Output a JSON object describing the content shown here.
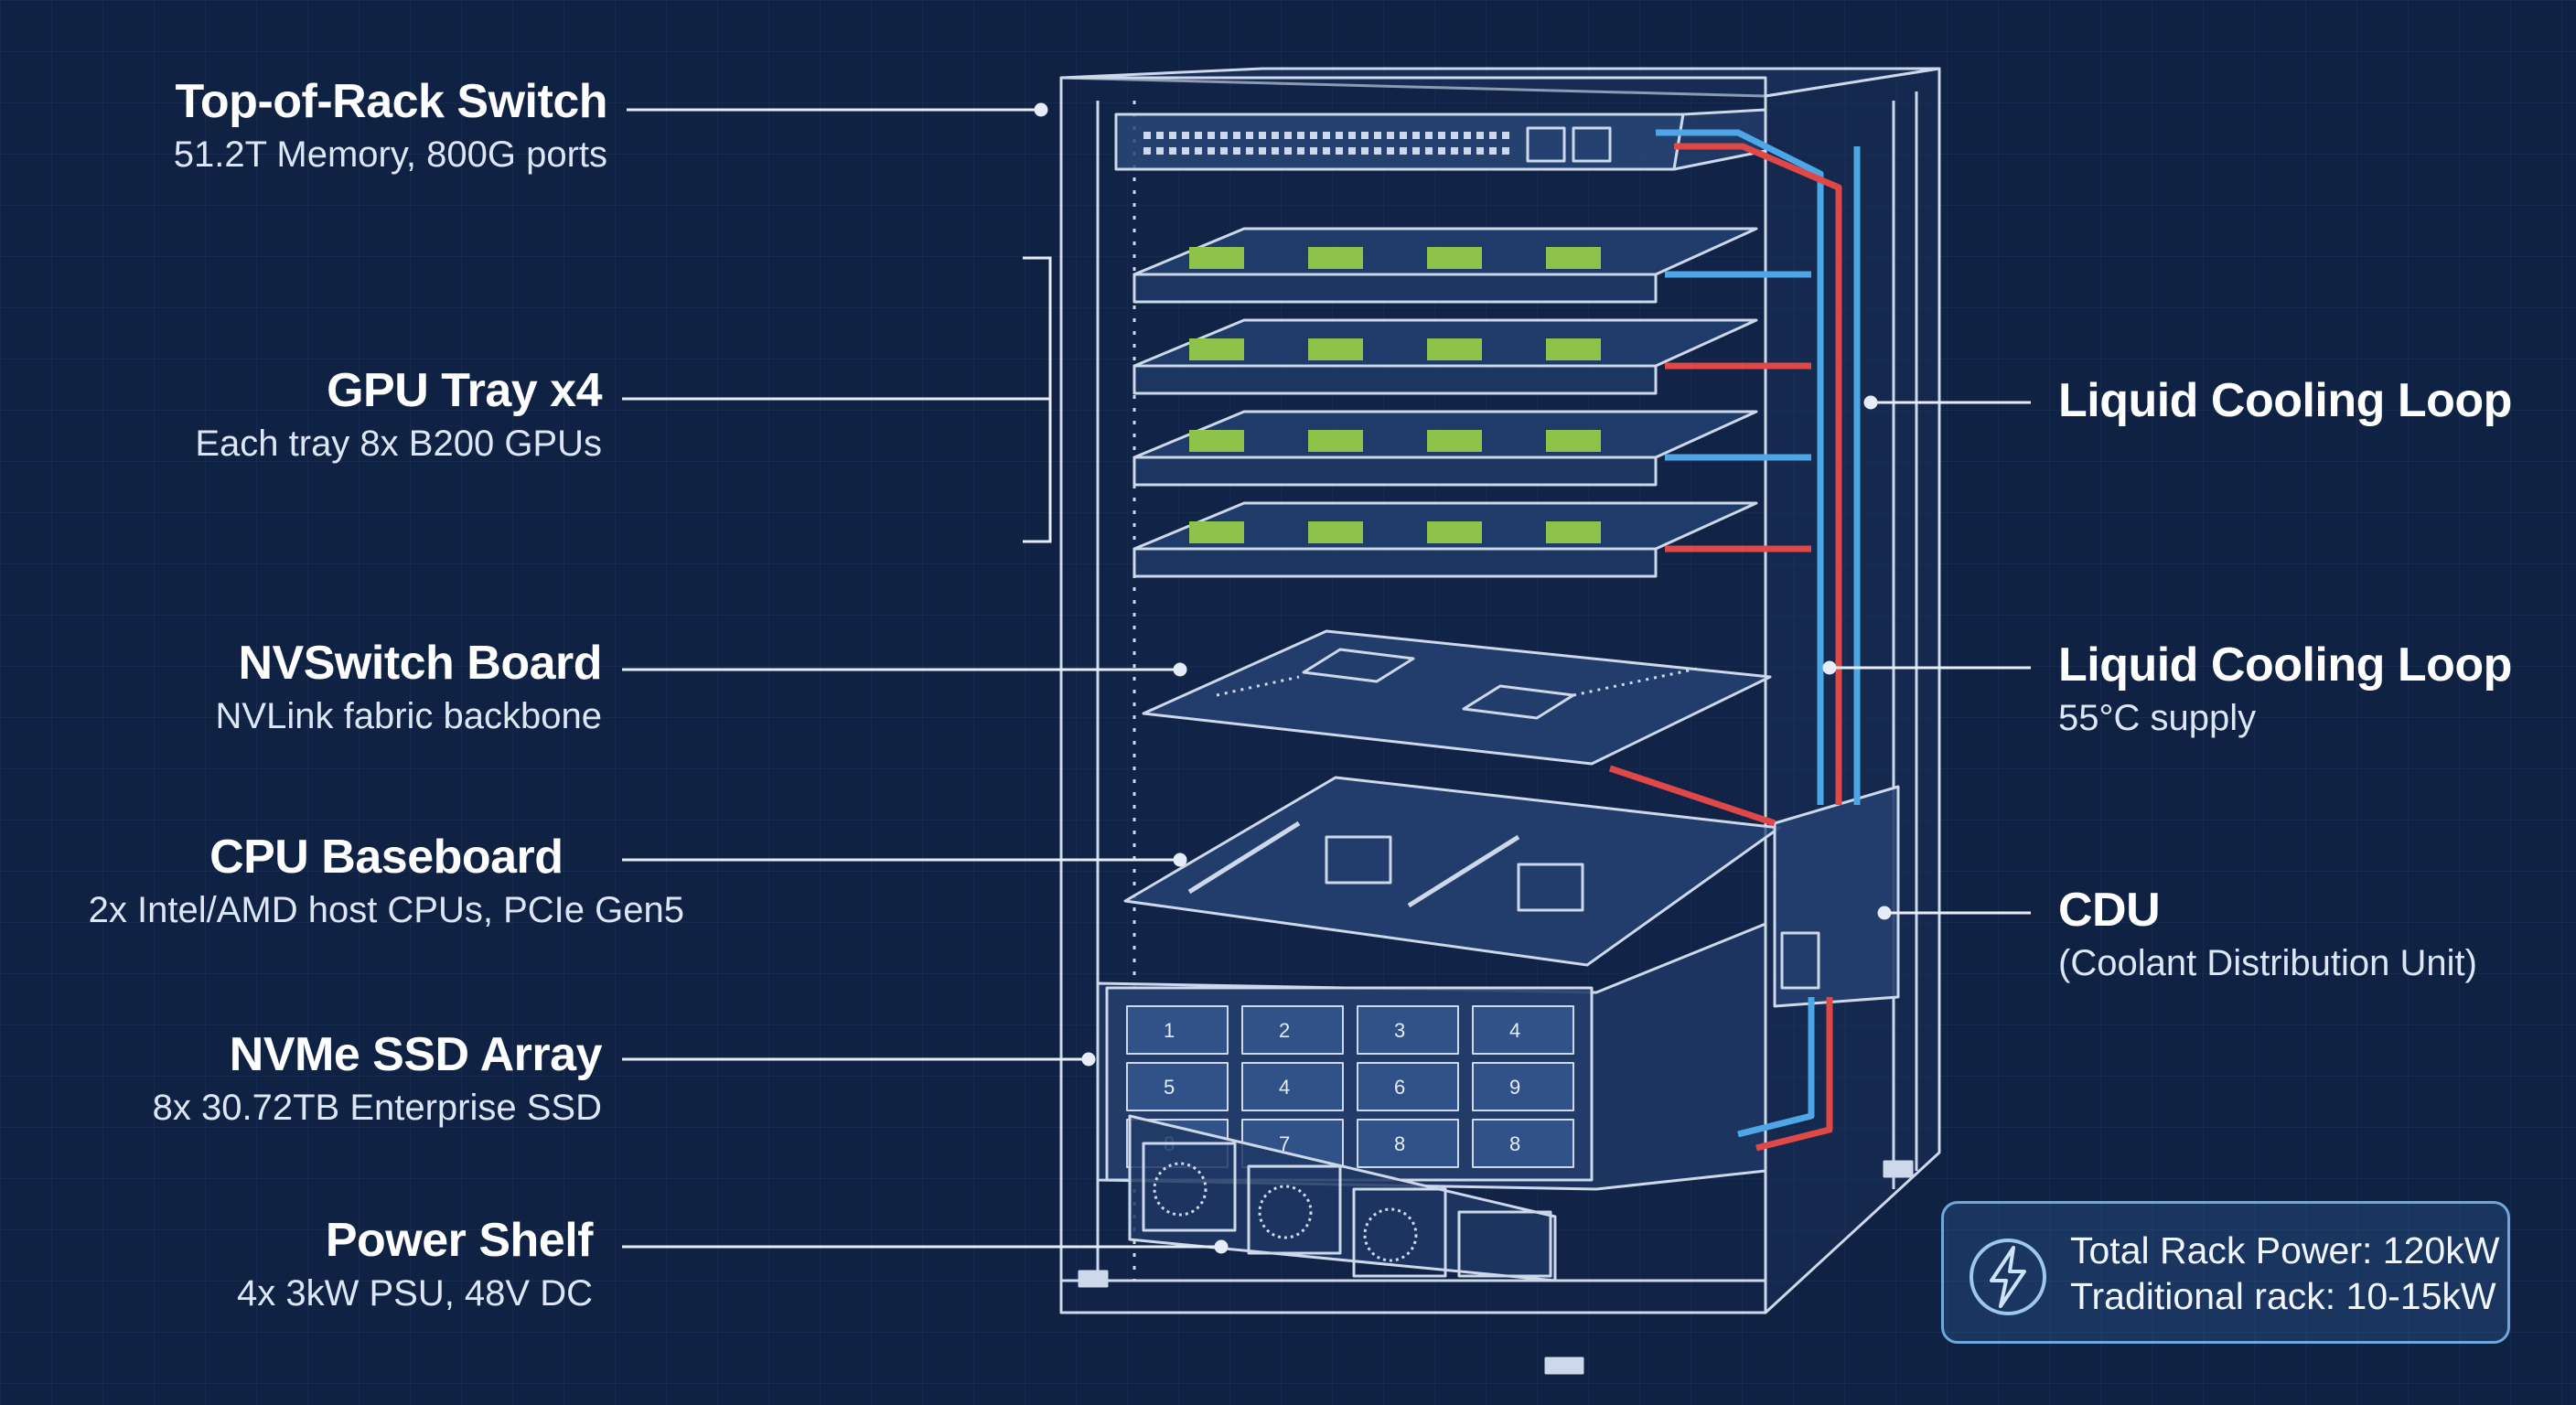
{
  "labels_left": [
    {
      "id": "tor",
      "title": "Top-of-Rack Switch",
      "subtitle": "51.2T Memory, 800G ports"
    },
    {
      "id": "gpu",
      "title": "GPU Tray x4",
      "subtitle": "Each tray 8x B200 GPUs"
    },
    {
      "id": "nvswitch",
      "title": "NVSwitch Board",
      "subtitle": "NVLink fabric backbone"
    },
    {
      "id": "cpu",
      "title": "CPU Baseboard",
      "subtitle": "2x Intel/AMD host CPUs, PCIe Gen5"
    },
    {
      "id": "nvme",
      "title": "NVMe SSD Array",
      "subtitle": "8x 30.72TB Enterprise SSD"
    },
    {
      "id": "power",
      "title": "Power Shelf",
      "subtitle": "4x 3kW PSU, 48V DC"
    }
  ],
  "labels_right": [
    {
      "id": "cooling1",
      "title": "Liquid Cooling Loop",
      "subtitle": ""
    },
    {
      "id": "cooling2",
      "title": "Liquid Cooling Loop",
      "subtitle": "55°C supply"
    },
    {
      "id": "cdu",
      "title": "CDU",
      "subtitle": "(Coolant Distribution Unit)"
    }
  ],
  "ssd_bays": [
    "1",
    "2",
    "3",
    "4",
    "5",
    "4",
    "6",
    "9",
    "8",
    "7",
    "8",
    "8"
  ],
  "power_box": {
    "line1": "Total Rack Power: 120kW",
    "line2": "Traditional rack: 10-15kW",
    "icon": "lightning-bolt-icon"
  },
  "colors": {
    "background": "#102244",
    "line": "#cdd8ea",
    "gpu_chip": "#8fc24a",
    "coolant_hot": "#e04848",
    "coolant_cold": "#4da6e6",
    "panel_border": "#6fa7d8"
  }
}
